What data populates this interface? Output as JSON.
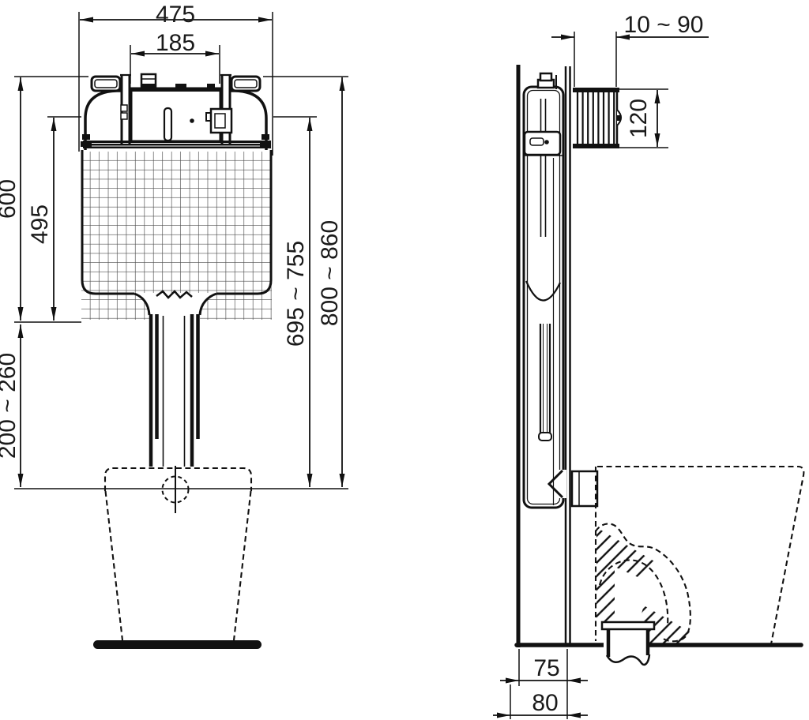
{
  "drawing": {
    "front_view": {
      "width_overall": "475",
      "width_flush_plate": "185",
      "height_tank": "600",
      "height_tank_inner": "495",
      "pipe_adjust_range": "200 ~ 260",
      "height_mid_range": "695 ~ 755",
      "height_overall_range": "800 ~ 860"
    },
    "side_view": {
      "wall_finish_range": "10 ~ 90",
      "plate_recess_height": "120",
      "frame_depth": "75",
      "overall_depth": "80"
    },
    "colors": {
      "line": "#111111",
      "mesh": "#4d4d4d",
      "background": "#ffffff"
    }
  }
}
